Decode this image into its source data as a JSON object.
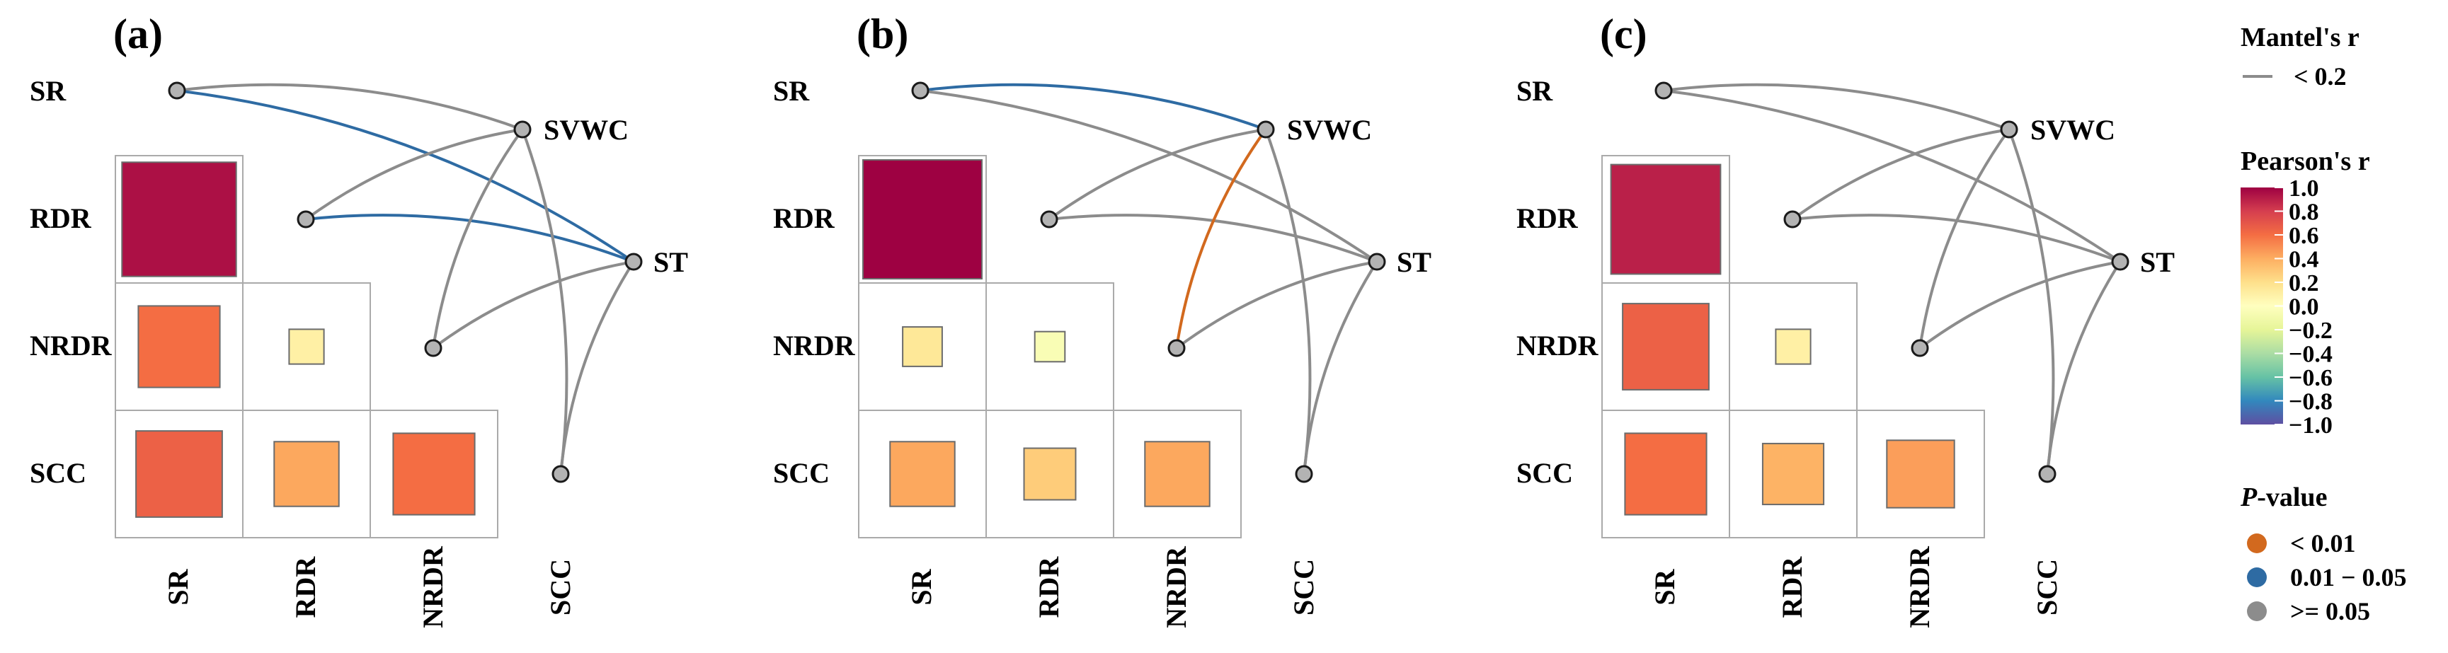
{
  "chart_data": [
    {
      "type": "heatmap",
      "panel_label": "(a)",
      "variables": [
        "SR",
        "RDR",
        "NRDR",
        "SCC"
      ],
      "env_vars": [
        "SVWC",
        "ST"
      ],
      "pearson": [
        {
          "row": "RDR",
          "col": "SR",
          "r": 0.95
        },
        {
          "row": "NRDR",
          "col": "SR",
          "r": 0.6
        },
        {
          "row": "NRDR",
          "col": "RDR",
          "r": 0.1
        },
        {
          "row": "SCC",
          "col": "SR",
          "r": 0.65
        },
        {
          "row": "SCC",
          "col": "RDR",
          "r": 0.42
        },
        {
          "row": "SCC",
          "col": "NRDR",
          "r": 0.6
        }
      ],
      "mantel": [
        {
          "from": "SR",
          "to": "SVWC",
          "p_class": "p_high",
          "r_class": "lt02"
        },
        {
          "from": "SR",
          "to": "ST",
          "p_class": "p_mid",
          "r_class": "lt02"
        },
        {
          "from": "RDR",
          "to": "SVWC",
          "p_class": "p_high",
          "r_class": "lt02"
        },
        {
          "from": "RDR",
          "to": "ST",
          "p_class": "p_mid",
          "r_class": "lt02"
        },
        {
          "from": "NRDR",
          "to": "SVWC",
          "p_class": "p_high",
          "r_class": "lt02"
        },
        {
          "from": "NRDR",
          "to": "ST",
          "p_class": "p_high",
          "r_class": "lt02"
        },
        {
          "from": "SCC",
          "to": "SVWC",
          "p_class": "p_high",
          "r_class": "lt02"
        },
        {
          "from": "SCC",
          "to": "ST",
          "p_class": "p_high",
          "r_class": "lt02"
        }
      ]
    },
    {
      "type": "heatmap",
      "panel_label": "(b)",
      "variables": [
        "SR",
        "RDR",
        "NRDR",
        "SCC"
      ],
      "env_vars": [
        "SVWC",
        "ST"
      ],
      "pearson": [
        {
          "row": "RDR",
          "col": "SR",
          "r": 1.0
        },
        {
          "row": "NRDR",
          "col": "SR",
          "r": 0.15
        },
        {
          "row": "NRDR",
          "col": "RDR",
          "r": -0.05
        },
        {
          "row": "SCC",
          "col": "SR",
          "r": 0.42
        },
        {
          "row": "SCC",
          "col": "RDR",
          "r": 0.28
        },
        {
          "row": "SCC",
          "col": "NRDR",
          "r": 0.42
        }
      ],
      "mantel": [
        {
          "from": "SR",
          "to": "SVWC",
          "p_class": "p_mid",
          "r_class": "lt02"
        },
        {
          "from": "SR",
          "to": "ST",
          "p_class": "p_high",
          "r_class": "lt02"
        },
        {
          "from": "RDR",
          "to": "SVWC",
          "p_class": "p_high",
          "r_class": "lt02"
        },
        {
          "from": "RDR",
          "to": "ST",
          "p_class": "p_high",
          "r_class": "lt02"
        },
        {
          "from": "NRDR",
          "to": "SVWC",
          "p_class": "p_low",
          "r_class": "lt02"
        },
        {
          "from": "NRDR",
          "to": "ST",
          "p_class": "p_high",
          "r_class": "lt02"
        },
        {
          "from": "SCC",
          "to": "SVWC",
          "p_class": "p_high",
          "r_class": "lt02"
        },
        {
          "from": "SCC",
          "to": "ST",
          "p_class": "p_high",
          "r_class": "lt02"
        }
      ]
    },
    {
      "type": "heatmap",
      "panel_label": "(c)",
      "variables": [
        "SR",
        "RDR",
        "NRDR",
        "SCC"
      ],
      "env_vars": [
        "SVWC",
        "ST"
      ],
      "pearson": [
        {
          "row": "RDR",
          "col": "SR",
          "r": 0.9
        },
        {
          "row": "NRDR",
          "col": "SR",
          "r": 0.65
        },
        {
          "row": "NRDR",
          "col": "RDR",
          "r": 0.1
        },
        {
          "row": "SCC",
          "col": "SR",
          "r": 0.6
        },
        {
          "row": "SCC",
          "col": "RDR",
          "r": 0.38
        },
        {
          "row": "SCC",
          "col": "NRDR",
          "r": 0.45
        }
      ],
      "mantel": [
        {
          "from": "SR",
          "to": "SVWC",
          "p_class": "p_high",
          "r_class": "lt02"
        },
        {
          "from": "SR",
          "to": "ST",
          "p_class": "p_high",
          "r_class": "lt02"
        },
        {
          "from": "RDR",
          "to": "SVWC",
          "p_class": "p_high",
          "r_class": "lt02"
        },
        {
          "from": "RDR",
          "to": "ST",
          "p_class": "p_high",
          "r_class": "lt02"
        },
        {
          "from": "NRDR",
          "to": "SVWC",
          "p_class": "p_high",
          "r_class": "lt02"
        },
        {
          "from": "NRDR",
          "to": "ST",
          "p_class": "p_high",
          "r_class": "lt02"
        },
        {
          "from": "SCC",
          "to": "SVWC",
          "p_class": "p_high",
          "r_class": "lt02"
        },
        {
          "from": "SCC",
          "to": "ST",
          "p_class": "p_high",
          "r_class": "lt02"
        }
      ]
    }
  ],
  "legend": {
    "mantel_title": "Mantel's r",
    "mantel_items": [
      {
        "id": "lt02",
        "label": "< 0.2"
      }
    ],
    "pearson_title": "Pearson's r",
    "pearson_ticks": [
      "1.0",
      "0.8",
      "0.6",
      "0.4",
      "0.2",
      "0.0",
      "−0.2",
      "−0.4",
      "−0.6",
      "−0.8",
      "−1.0"
    ],
    "pearson_range": [
      -1.0,
      1.0
    ],
    "p_title_italic": "P",
    "p_title_rest": "-value",
    "p_items": [
      {
        "id": "p_low",
        "label": "< 0.01",
        "color": "#d2691e"
      },
      {
        "id": "p_mid",
        "label": "0.01 − 0.05",
        "color": "#2e6ba3"
      },
      {
        "id": "p_high",
        "label": ">= 0.05",
        "color": "#8c8c8c"
      }
    ]
  },
  "colors": {
    "colormap": [
      "#5e4fa2",
      "#3288bd",
      "#66c2a5",
      "#abdda4",
      "#e6f598",
      "#ffffbf",
      "#fee08b",
      "#fdae61",
      "#f46d43",
      "#d53e4f",
      "#9e0142"
    ],
    "cell_border": "#aaaaaa",
    "node_fill": "#b3b3b3"
  }
}
